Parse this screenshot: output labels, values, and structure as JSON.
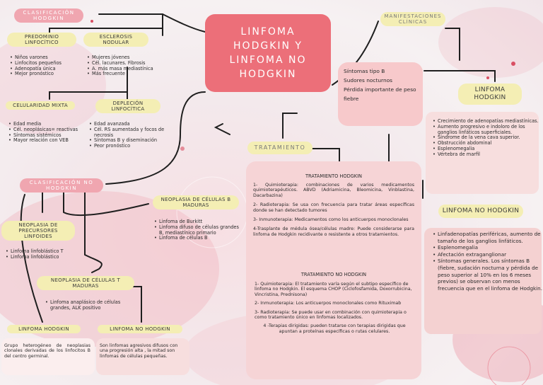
{
  "title": "LINFOMA HODGKIN Y LINFOMA NO HODGKIN",
  "colors": {
    "title_box": "#ec6f79",
    "pink_label": "#f0a6b0",
    "yellow_label": "#f4eeb4",
    "box_pink": "#f7c9cb",
    "box_light": "#f7dede"
  },
  "clasif_hodgkin": {
    "label": "CLASIFICACIÓN HODGKIN",
    "predominio": {
      "label": "PREDOMINIO LINFOCÍTICO",
      "items": [
        "Niños varones",
        "Linfocitos pequeños",
        "Adenopatía única",
        "Mejor pronóstico"
      ]
    },
    "esclerosis": {
      "label": "ESCLEROSIS NODULAR",
      "items": [
        "Mujeres jóvenes",
        "Cél. lacunares. Fibrosis",
        "A. más masa mediastínica",
        "Más frecuente"
      ]
    },
    "celularidad": {
      "label": "CELULARIDAD MIXTA",
      "items": [
        "Edad media",
        "Cél. neoplásicas= reactivas",
        "Síntomas sistémicos",
        "Mayor relación con VEB"
      ]
    },
    "deplecion": {
      "label": "DEPLECIÓN LINFOCÍTICA",
      "items": [
        "Edad avanzada",
        "Cél. RS aumentada y focos de necrosis",
        "Síntomas B y diseminación",
        "Peor pronóstico"
      ]
    }
  },
  "clasif_no_hodgkin": {
    "label": "CLASIFICACIÓN NO HODGKIN",
    "precursoras": {
      "label": "NEOPLASIA DE PRECURSORES LINFOIDES",
      "items": [
        "Linfoma linfoblástico T",
        "Linfoma linfoblástico"
      ]
    },
    "b_maduras": {
      "label": "NEOPLASIA DE CÉLULAS B MADURAS",
      "items": [
        "Linfoma de Burkitt",
        "Linfoma difuso de células grandes B, mediastínico primario",
        "Linfoma de células B"
      ]
    },
    "t_maduras": {
      "label": "NEOPLASIA DE CÉLULAS T MADURAS",
      "items": [
        "Linfoma anaplásico de células grandes, ALK positivo"
      ]
    }
  },
  "def_hodgkin": {
    "label": "LINFOMA HODGKIN",
    "text": "Grupo heterogéneo de neoplasias clonales derivadas de los linfocitos B del centro germinal."
  },
  "def_no_hodgkin": {
    "label": "LINFOMA NO HODGKIN",
    "text": "Son linfomas agresivos difusos con una progresión alta , la mitad son linfomas de células pequeñas."
  },
  "manifestaciones": {
    "label": "MANIFESTACIONES CLÍNICAS",
    "items": [
      "Síntomas tipo B",
      "Sudores nocturnos",
      "Pérdida importante de peso",
      "fiebre"
    ],
    "hodgkin": {
      "label": "LINFOMA HODGKIN",
      "items": [
        "Crecimiento de adenopatías mediastínicas.",
        "Aumento progresivo e indoloro de los ganglios linfáticos superficiales.",
        "Síndrome de la vena cava superior.",
        "Obstrucción abdominal",
        "Esplenomegalia",
        "Vértebra de marfil"
      ]
    },
    "no_hodgkin": {
      "label": "LINFOMA NO HODGKIN",
      "items": [
        "Linfadenopatías periféricas, aumento de tamaño de los ganglios linfáticos.",
        "Esplenomegalia",
        "Afectación extraganglionar",
        "Síntomas generales. Los síntomas B (fiebre, sudación nocturna y pérdida de peso superior al 10% en los 6 meses previos) se observan con menos frecuencia que en el linfoma de Hodgkin."
      ]
    }
  },
  "tratamiento": {
    "label": "TRATAMIENTO",
    "hodgkin_title": "TRATAMIENTO HODGKIN",
    "hodgkin_items": [
      "1- Quimioterapia: combinaciones de varios medicamentos quimioterapéuticos. ABVD (Adriamicina, Bleomicina, Vinblastina, Dacarbazina)",
      "2- Radioterapia: Se usa con frecuencia para tratar áreas específicas donde se han detectado tumores",
      "3- Inmunoterapia: Medicamentos como los anticuerpos monoclonales",
      "4-Trasplante de médula ósea/células madre: Puede considerarse para linfoma de Hodgkin recidivante o resistente a otros tratamientos."
    ],
    "no_hodgkin_title": "TRATAMIENTO NO HODGKIN",
    "no_hodgkin_items": [
      "1- Quimioterapia: El tratamiento varía según el subtipo específico de linfoma no Hodgkin. El esquema CHOP (Ciclofosfamida, Doxorrubicina, Vincristina, Prednisona)",
      "2- Inmunoterapia: Los anticuerpos monoclonales como Rituximab",
      "3- Radioterapia: Se puede usar en combinación con quimioterapia o como tratamiento único en linfomas localizados.",
      "4 -Terapias dirigidas: pueden tratarse con terapias dirigidas que apuntan a proteínas específicas o rutas celulares."
    ]
  }
}
